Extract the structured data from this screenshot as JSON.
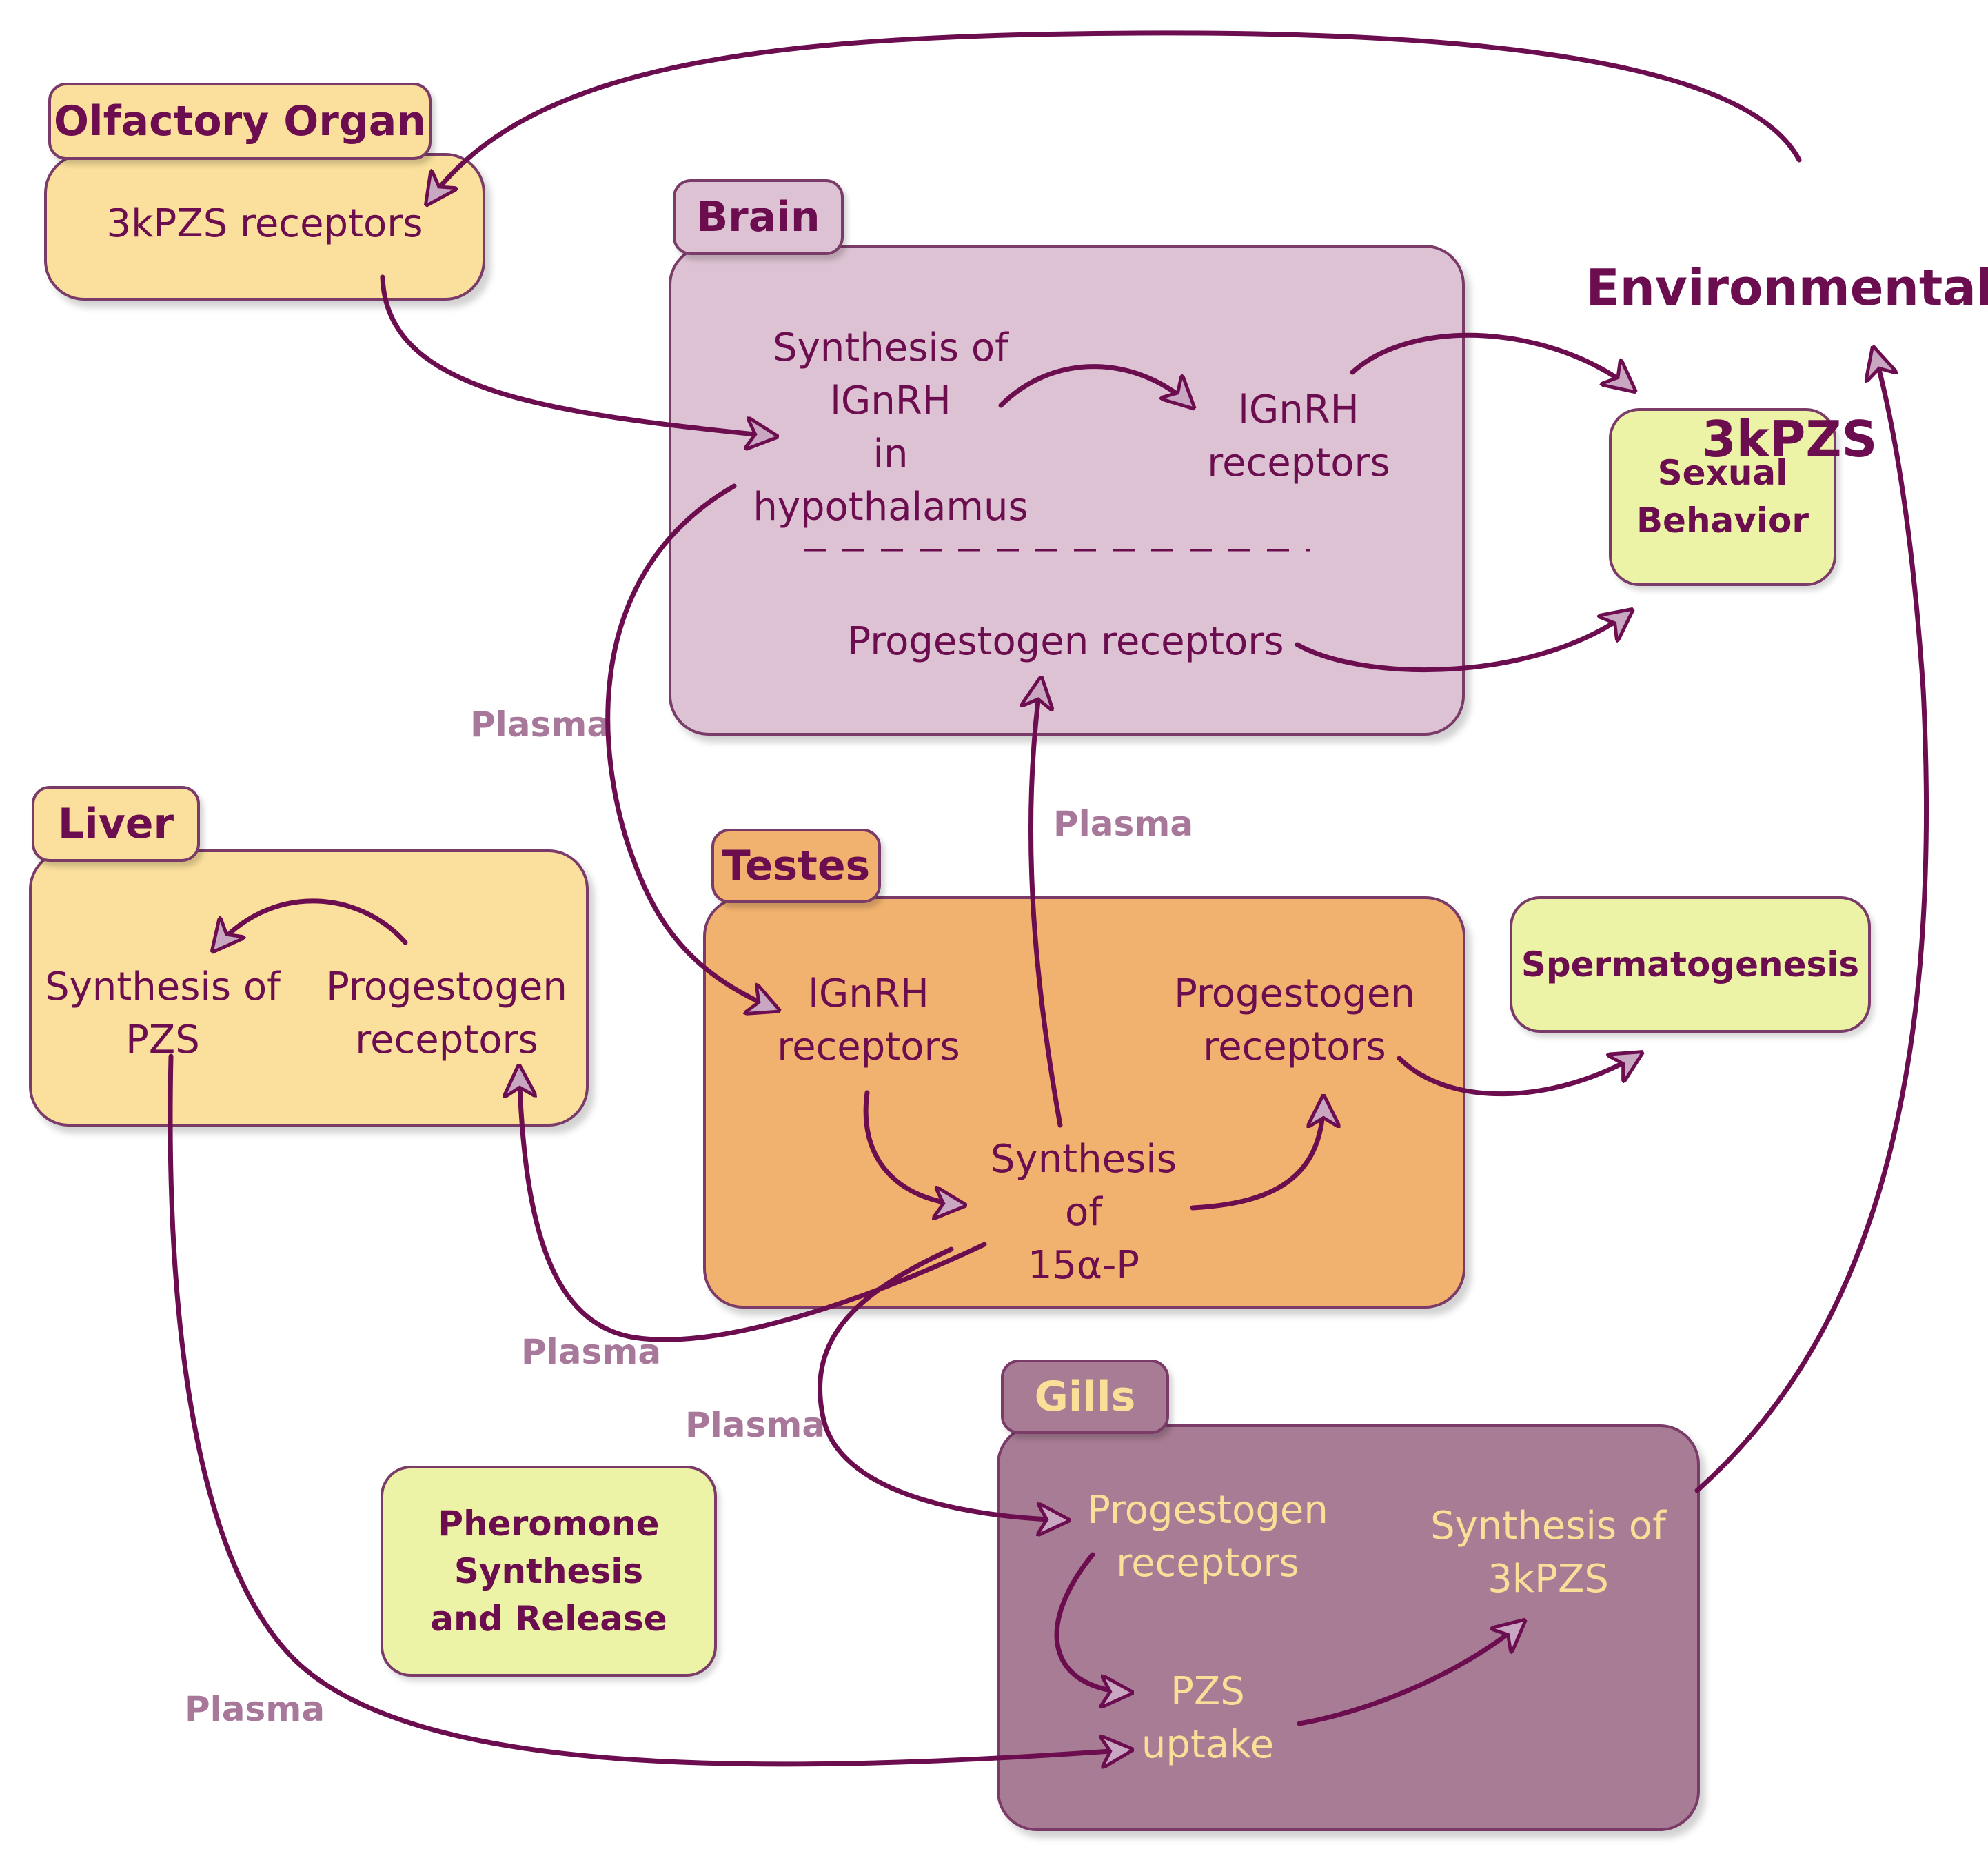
{
  "colors": {
    "stroke": "#6b0d4f",
    "olfactory": "#fae09c",
    "brain": "#dcc2d2",
    "liver": "#fae09c",
    "testes": "#f2b26f",
    "gills": "#a87c94",
    "outcome": "#ecf2a6",
    "plasma_label": "#a8789a",
    "gills_text": "#f9df98"
  },
  "environmental": {
    "line1": "Environmental",
    "line2": "3kPZS"
  },
  "olfactory": {
    "title": "Olfactory Organ",
    "receptors": "3kPZS receptors"
  },
  "brain": {
    "title": "Brain",
    "synthesis": "Synthesis of\nlGnRH\nin\nhypothalamus",
    "lgnrh_receptors": "lGnRH\nreceptors",
    "progestogen_receptors": "Progestogen receptors"
  },
  "liver": {
    "title": "Liver",
    "synthesis": "Synthesis of\nPZS",
    "progestogen_receptors": "Progestogen\nreceptors"
  },
  "testes": {
    "title": "Testes",
    "lgnrh_receptors": "lGnRH\nreceptors",
    "progestogen_receptors": "Progestogen\nreceptors",
    "synthesis": "Synthesis\nof\n15α-P"
  },
  "gills": {
    "title": "Gills",
    "progestogen_receptors": "Progestogen\nreceptors",
    "synthesis": "Synthesis of\n3kPZS",
    "uptake": "PZS\nuptake"
  },
  "outcomes": {
    "sexual_behavior": "Sexual\nBehavior",
    "spermatogenesis": "Spermatogenesis",
    "pheromone": "Pheromone\nSynthesis\nand Release"
  },
  "plasma_label": "Plasma"
}
